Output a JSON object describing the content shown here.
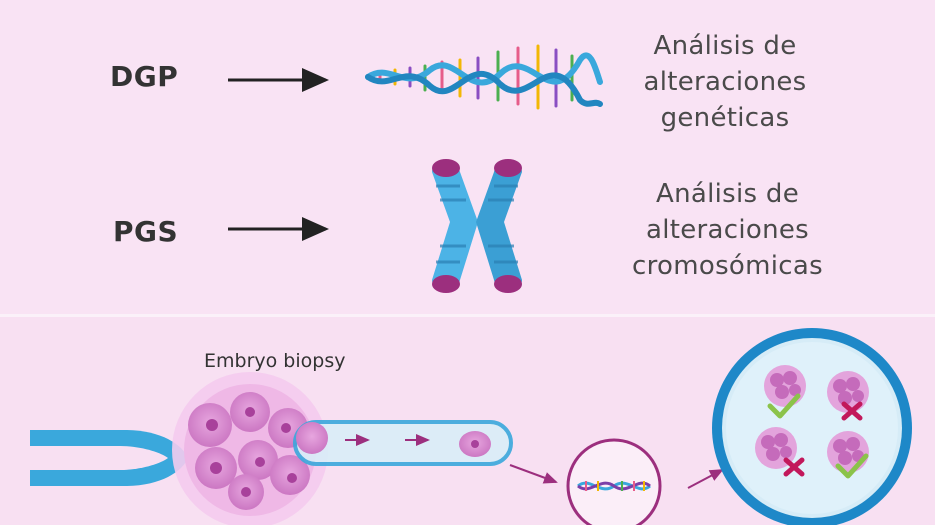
{
  "rows": [
    {
      "label": "DGP",
      "description": [
        "Análisis de",
        "alteraciones",
        "genéticas"
      ]
    },
    {
      "label": "PGS",
      "description": [
        "Análisis de",
        "alteraciones",
        "cromosómicas"
      ]
    }
  ],
  "biopsy": {
    "label": "Embryo biopsy"
  },
  "colors": {
    "background": "#f8e1f3",
    "dna_blue": "#3aa8dc",
    "chromosome_blue": "#4cb3e6",
    "chromosome_tip": "#9c2f7e",
    "cell_pink": "#d98ad0",
    "check_green": "#8bc34a",
    "cross_red": "#c2185b",
    "dish_ring": "#1e88c8"
  },
  "icons": [
    "dna-helix-icon",
    "chromosome-icon",
    "micropipette-icon",
    "embryo-icon",
    "dna-circle-icon",
    "petri-dish-icon",
    "check-icon",
    "cross-icon"
  ]
}
